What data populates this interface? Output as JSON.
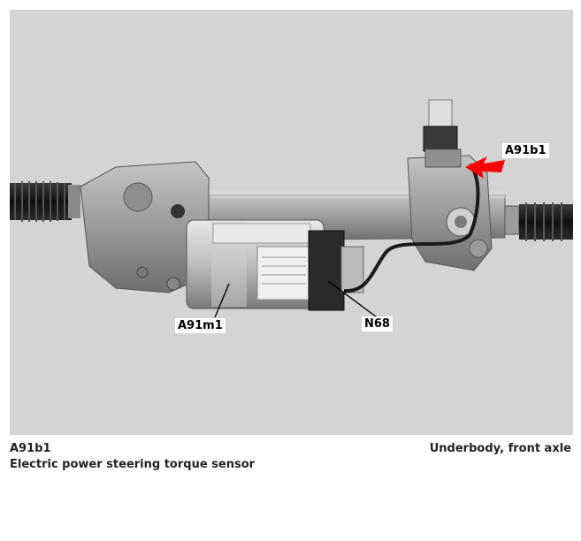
{
  "figure": {
    "background": "#d4d4d4",
    "callouts": {
      "a91b1": "A91b1",
      "a91m1": "A91m1",
      "n68": "N68"
    },
    "highlight_color": "#ff0000",
    "icons": [
      "steering-rack-illustration",
      "red-arrow-icon"
    ]
  },
  "caption": {
    "code": "A91b1",
    "description": "Electric power steering torque sensor",
    "location": "Underbody, front axle"
  }
}
